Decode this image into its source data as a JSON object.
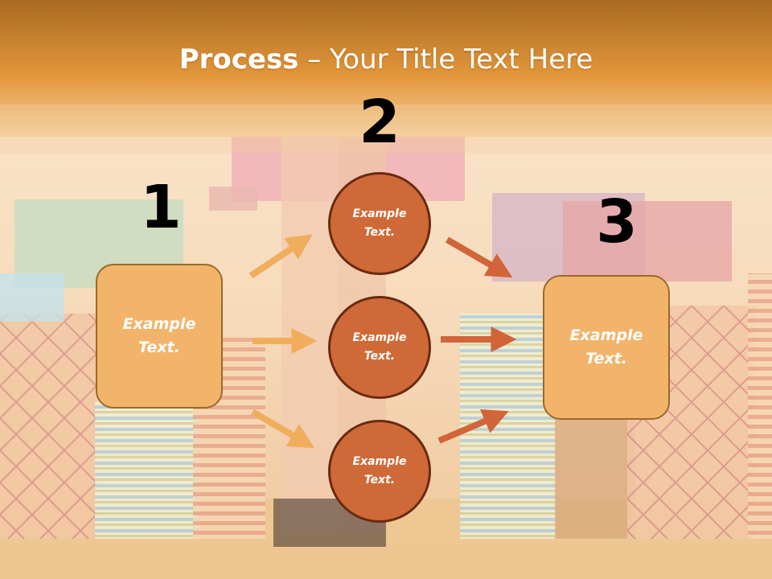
{
  "title": {
    "bold": "Process",
    "rest": " – Your Title Text Here"
  },
  "steps": {
    "one": "1",
    "two": "2",
    "three": "3"
  },
  "left_box": {
    "text": "Example\nText."
  },
  "right_box": {
    "text": "Example\nText."
  },
  "circles": [
    {
      "text": "Example\nText."
    },
    {
      "text": "Example\nText."
    },
    {
      "text": "Example\nText."
    }
  ],
  "colors": {
    "header_orange": "#e3963a",
    "box_fill": "#f2b46a",
    "box_border": "#9a6a2a",
    "circle_fill": "#cf6a38",
    "circle_border": "#6a2a10",
    "arrow_light": "#f0ad5c",
    "arrow_dark": "#d2643a"
  }
}
